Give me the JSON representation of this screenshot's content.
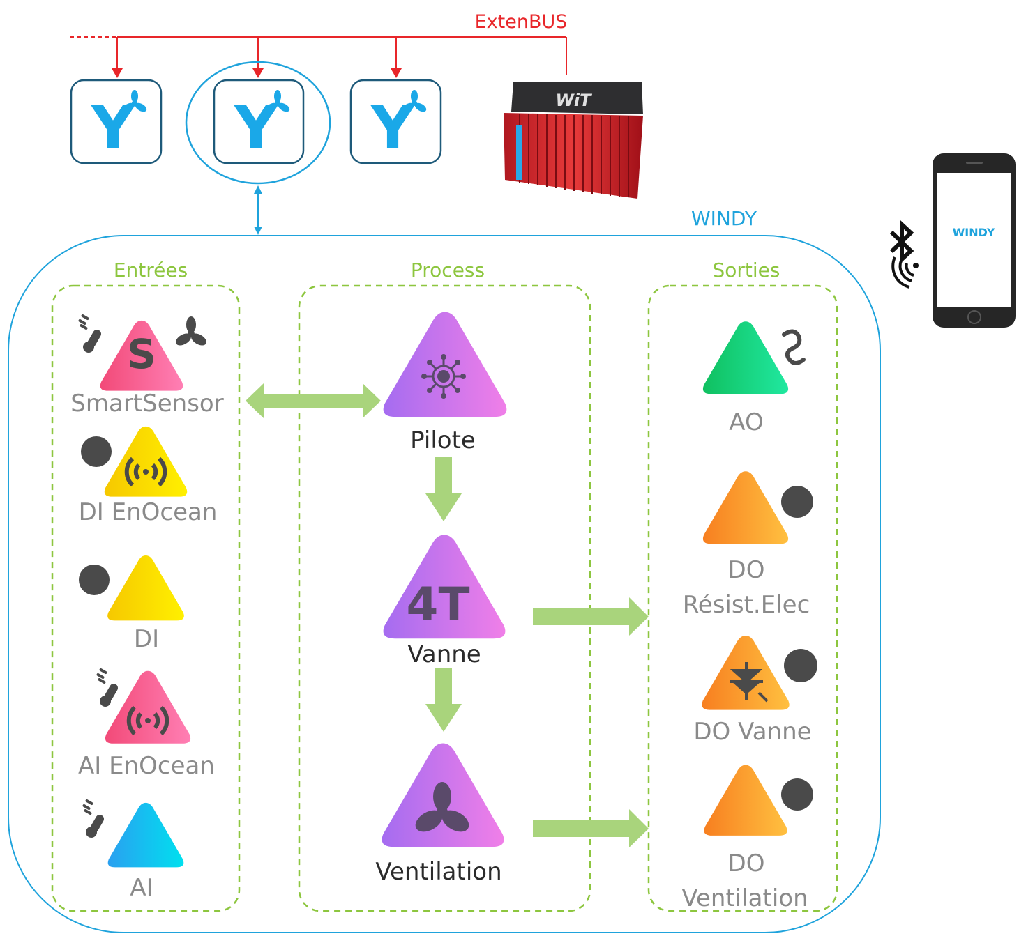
{
  "bus": {
    "label": "ExtenBUS",
    "color": "#e8262a"
  },
  "windy": {
    "label": "WINDY",
    "color": "#1fa3dc"
  },
  "controller": {
    "brand": "WiT"
  },
  "phone": {
    "app_title": "WINDY"
  },
  "modules": [
    {
      "glyph": "Y"
    },
    {
      "glyph": "Y"
    },
    {
      "glyph": "Y"
    }
  ],
  "columns": {
    "inputs": {
      "title": "Entrées",
      "items": [
        {
          "label": "SmartSensor",
          "glyph": "S"
        },
        {
          "label": "DI EnOcean"
        },
        {
          "label": "DI"
        },
        {
          "label": "AI EnOcean"
        },
        {
          "label": "AI"
        }
      ]
    },
    "process": {
      "title": "Process",
      "items": [
        {
          "label": "Pilote"
        },
        {
          "label": "Vanne",
          "glyph": "4T"
        },
        {
          "label": "Ventilation"
        }
      ]
    },
    "outputs": {
      "title": "Sorties",
      "items": [
        {
          "label": "AO"
        },
        {
          "label": "DO",
          "label2": "Résist.Elec"
        },
        {
          "label": "DO Vanne"
        },
        {
          "label": "DO",
          "label2": "Ventilation"
        }
      ]
    }
  },
  "colors": {
    "accent_green": "#8dc63f",
    "pink": "#f0507f",
    "yellow": "#f7d000",
    "blue": "#14b4ee",
    "purple": "#b36bf2",
    "green": "#14c87a",
    "orange": "#f79a2a"
  }
}
